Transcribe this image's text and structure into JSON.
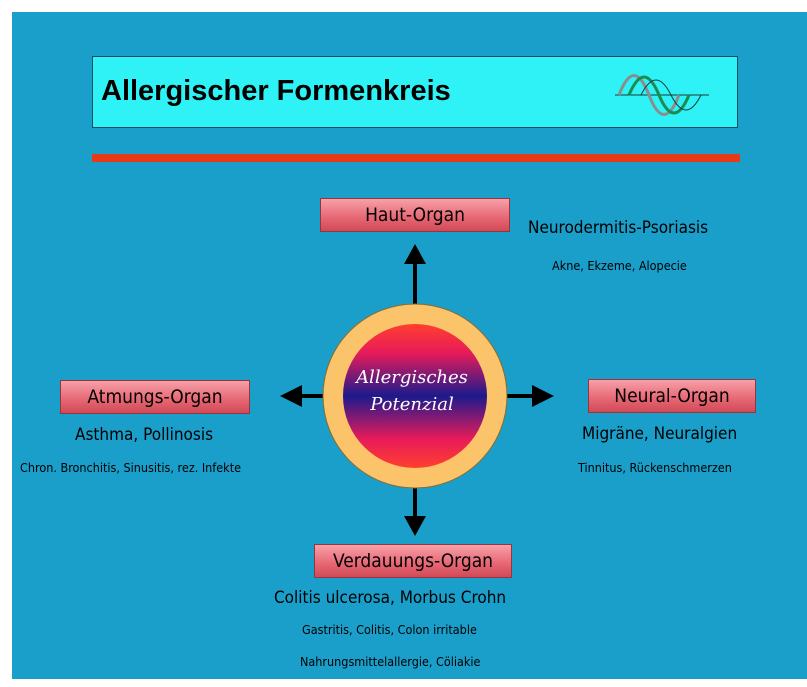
{
  "title": "Allergischer Formenkreis",
  "center": {
    "line1": "Allergisches",
    "line2": "Potenzial"
  },
  "organs": {
    "top": {
      "label": "Haut-Organ",
      "main": "Neurodermitis-Psoriasis",
      "sub": "Akne, Ekzeme, Alopecie"
    },
    "left": {
      "label": "Atmungs-Organ",
      "main": "Asthma, Pollinosis",
      "sub": "Chron. Bronchitis, Sinusitis, rez. Infekte"
    },
    "right": {
      "label": "Neural-Organ",
      "main": "Migräne, Neuralgien",
      "sub": "Tinnitus, Rückenschmerzen"
    },
    "bottom": {
      "label": "Verdauungs-Organ",
      "main": "Colitis ulcerosa, Morbus Crohn",
      "sub1": "Gastritis, Colitis, Colon irritable",
      "sub2": "Nahrungsmittelallergie, Cöliakie"
    }
  },
  "colors": {
    "background": "#1a9fcb",
    "title_box": "#2ef2f5",
    "divider": "#e83a17",
    "organ_box": "#e66672",
    "outer_ring": "#fbc46a",
    "arrow": "#000000"
  },
  "icons": {
    "logo": "wave-logo-icon"
  }
}
